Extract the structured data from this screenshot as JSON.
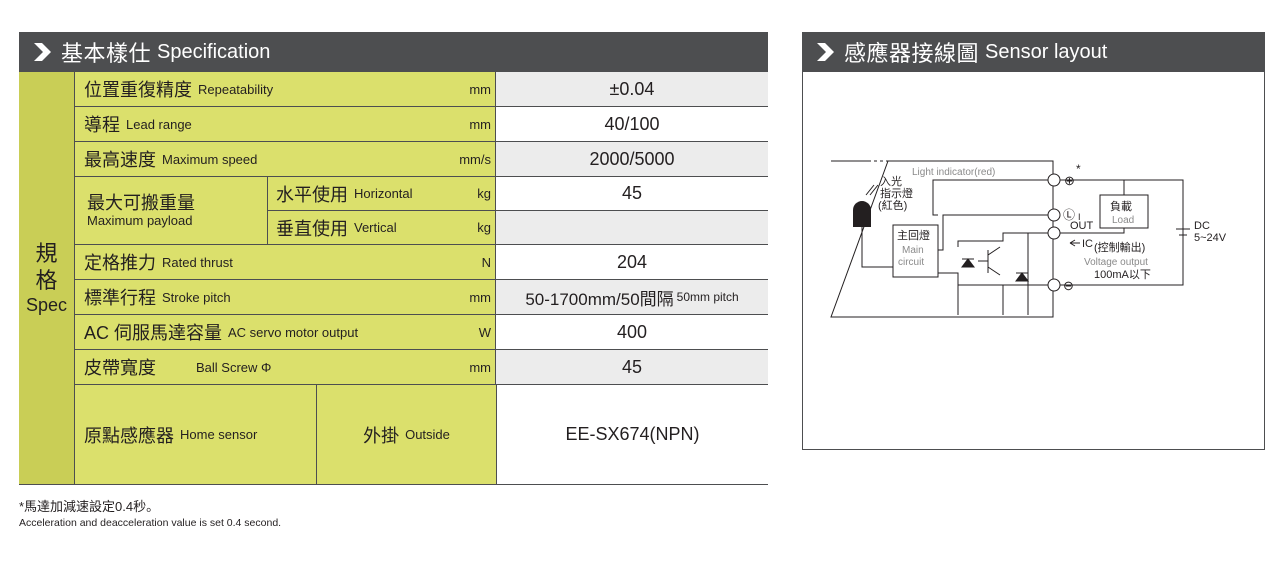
{
  "spec": {
    "title_zh": "基本樣仕",
    "title_en": "Specification",
    "side_zh_1": "規",
    "side_zh_2": "格",
    "side_en": "Spec",
    "rows": [
      {
        "zh": "位置重復精度",
        "en": "Repeatability",
        "unit": "mm",
        "value": "±0.04"
      },
      {
        "zh": "導程",
        "en": "Lead range",
        "unit": "mm",
        "value": "40/100"
      },
      {
        "zh": "最高速度",
        "en": "Maximum speed",
        "unit": "mm/s",
        "value": "2000/5000"
      },
      {
        "zh": "定格推力",
        "en": "Rated thrust",
        "unit": "N",
        "value": "204"
      },
      {
        "zh": "標準行程",
        "en": "Stroke pitch",
        "unit": "mm",
        "value_main": "50-1700mm/50間隔",
        "value_small": "50mm pitch"
      },
      {
        "zh": "AC 伺服馬達容量",
        "en": "AC servo motor output",
        "unit": "W",
        "value": "400"
      },
      {
        "zh": "皮帶寬度",
        "en": "Ball Screw Φ",
        "unit": "mm",
        "value": "45"
      }
    ],
    "payload": {
      "zh": "最大可搬重量",
      "en": "Maximum payload",
      "horizontal_zh": "水平使用",
      "horizontal_en": "Horizontal",
      "vertical_zh": "垂直使用",
      "vertical_en": "Vertical",
      "unit": "kg",
      "horizontal_value": "45",
      "vertical_value": ""
    },
    "home": {
      "zh": "原點感應器",
      "en": "Home sensor",
      "mount_zh": "外掛",
      "mount_en": "Outside",
      "value": "EE-SX674(NPN)"
    }
  },
  "note": {
    "zh": "*馬達加減速設定0.4秒。",
    "en": "Acceleration and deacceleration value is set 0.4 second."
  },
  "sensor": {
    "title_zh": "感應器接線圖",
    "title_en": "Sensor layout",
    "labels": {
      "light_indicator": "Light indicator(red)",
      "in_light": "入光",
      "indicator_zh": "指示燈",
      "red_zh": "(紅色)",
      "main_circuit_zh": "主回燈",
      "main": "Main",
      "circuit": "circuit",
      "load_zh": "負載",
      "load_en": "Load",
      "out": "OUT",
      "ic": "IC",
      "control_output_zh": "(控制輸出)",
      "voltage_output": "Voltage output",
      "current": "100mA以下",
      "dc": "DC",
      "dc_range": "5~24V",
      "plus": "⊕",
      "star": "*",
      "l_mark": "Ⓛ",
      "bar_mark": "I",
      "minus": "⊖"
    }
  },
  "colors": {
    "header_bg": "#4d4e50",
    "label_bg": "#dbe06c",
    "side_bg": "#c9ce56",
    "gray_value": "#ececec"
  }
}
